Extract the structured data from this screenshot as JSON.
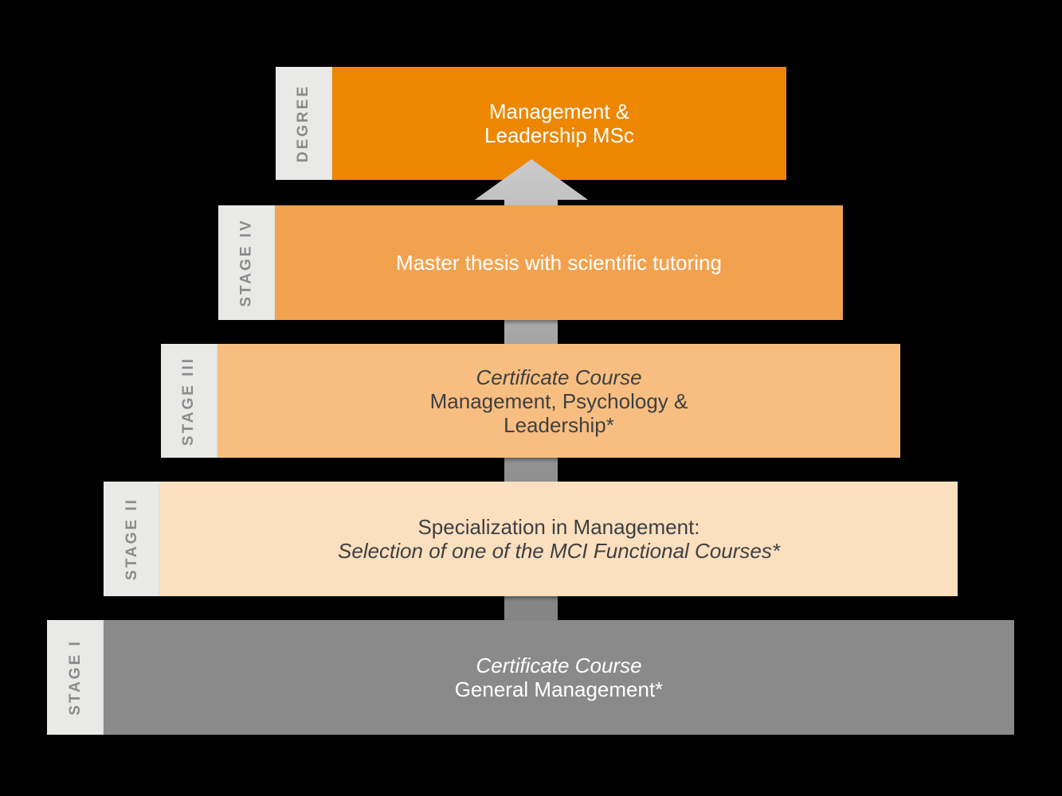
{
  "diagram": {
    "background_color": "#000000",
    "label_box_color": "#E9E9E7",
    "label_text_color": "#8B8B8B",
    "arrow": {
      "direction": "up",
      "head_color": "#C9C9C9",
      "stem_bottom_color": "#838383"
    },
    "rows": [
      {
        "id": "degree",
        "label": "DEGREE",
        "bar_color": "#ED8600",
        "text_color": "#FFFFFF",
        "lines": [
          {
            "text": "Management &"
          },
          {
            "text": "Leadership MSc"
          }
        ]
      },
      {
        "id": "stage-iv",
        "label": "STAGE IV",
        "bar_color": "#F2A24F",
        "text_color": "#FFFFFF",
        "lines": [
          {
            "text": "Master thesis with scientific tutoring"
          }
        ]
      },
      {
        "id": "stage-iii",
        "label": "STAGE III",
        "bar_color": "#F8BE81",
        "text_color": "#3C4043",
        "lines": [
          {
            "text": "Certificate Course",
            "italic": true
          },
          {
            "text": "Management, Psychology &"
          },
          {
            "text": "Leadership*"
          }
        ]
      },
      {
        "id": "stage-ii",
        "label": "STAGE II",
        "bar_color": "#FCDFBE",
        "text_color": "#3C4043",
        "lines": [
          {
            "text": "Specialization in Management:"
          },
          {
            "text": "Selection of one of the MCI Functional Courses*",
            "italic": true
          }
        ]
      },
      {
        "id": "stage-i",
        "label": "STAGE I",
        "bar_color": "#8A8A8A",
        "text_color": "#FFFFFF",
        "lines": [
          {
            "text": "Certificate Course",
            "italic": true
          },
          {
            "text": "General Management*"
          }
        ]
      }
    ]
  }
}
